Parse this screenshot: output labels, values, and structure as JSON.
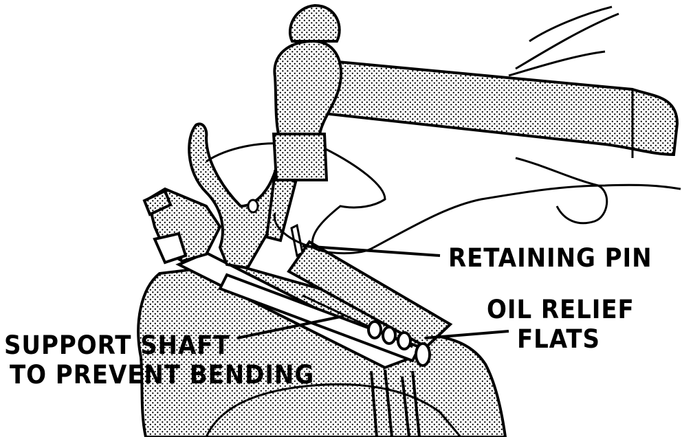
{
  "labels": {
    "retaining_pin": "RETAINING PIN",
    "oil_relief_line1": "OIL RELIEF",
    "oil_relief_line2": "FLATS",
    "support_shaft_line1": "SUPPORT SHAFT",
    "support_shaft_line2": "TO PREVENT BENDING"
  },
  "colors": {
    "ink": "#000000",
    "paper": "#ffffff"
  }
}
